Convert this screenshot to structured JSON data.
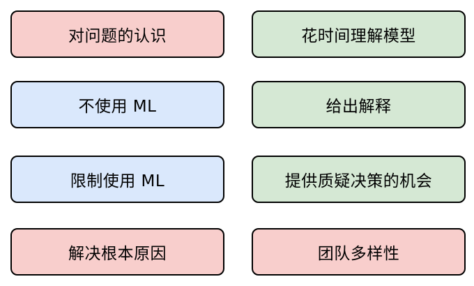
{
  "palette": {
    "pink": "#f8cecc",
    "blue": "#dae8fc",
    "green": "#d5e8d4",
    "border": "#000000"
  },
  "boxes": [
    {
      "label": "对问题的认识",
      "color": "#f8cecc"
    },
    {
      "label": "花时间理解模型",
      "color": "#d5e8d4"
    },
    {
      "label": "不使用 ML",
      "color": "#dae8fc"
    },
    {
      "label": "给出解释",
      "color": "#d5e8d4"
    },
    {
      "label": "限制使用 ML",
      "color": "#dae8fc"
    },
    {
      "label": "提供质疑决策的机会",
      "color": "#d5e8d4"
    },
    {
      "label": "解决根本原因",
      "color": "#f8cecc"
    },
    {
      "label": "团队多样性",
      "color": "#f8cecc"
    }
  ]
}
